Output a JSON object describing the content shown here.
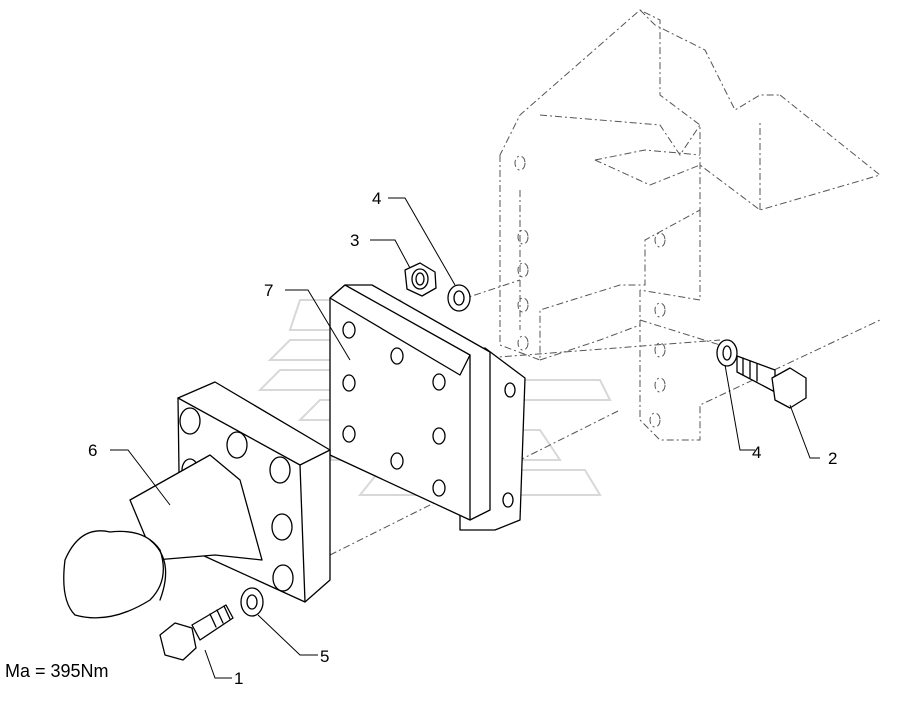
{
  "callouts": {
    "c1": "1",
    "c2": "2",
    "c3": "3",
    "c4a": "4",
    "c4b": "4",
    "c5": "5",
    "c6": "6",
    "c7": "7"
  },
  "torque_note": "Ma = 395Nm"
}
